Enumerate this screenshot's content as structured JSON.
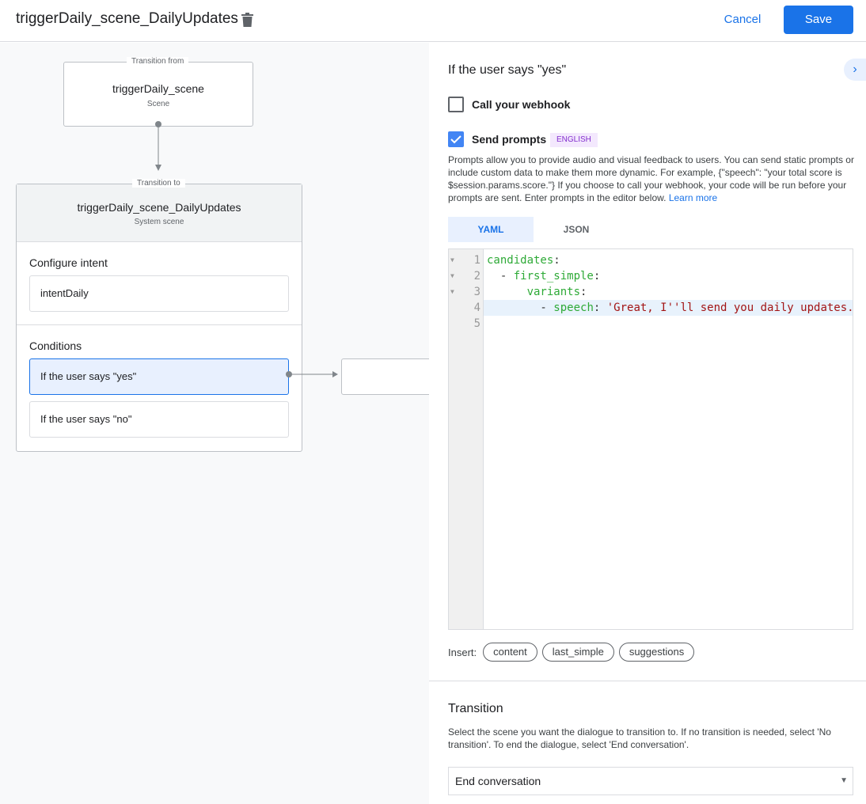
{
  "header": {
    "title": "triggerDaily_scene_DailyUpdates",
    "cancel": "Cancel",
    "save": "Save"
  },
  "canvas": {
    "from": {
      "label": "Transition from",
      "name": "triggerDaily_scene",
      "type": "Scene"
    },
    "to": {
      "label": "Transition to",
      "name": "triggerDaily_scene_DailyUpdates",
      "type": "System scene"
    },
    "intent_heading": "Configure intent",
    "intent": "intentDaily",
    "conditions_heading": "Conditions",
    "conditions": [
      "If the user says \"yes\"",
      "If the user says \"no\""
    ]
  },
  "panel": {
    "title": "If the user says \"yes\"",
    "webhook": {
      "label": "Call your webhook",
      "checked": false
    },
    "prompts": {
      "label": "Send prompts",
      "checked": true,
      "badge": "ENGLISH"
    },
    "description": "Prompts allow you to provide audio and visual feedback to users. You can send static prompts or include custom data to make them more dynamic. For example, {\"speech\": \"your total score is $session.params.score.\"} If you choose to call your webhook, your code will be run before your prompts are sent. Enter prompts in the editor below.",
    "learn_more": "Learn more",
    "tabs": [
      "YAML",
      "JSON"
    ],
    "active_tab": "YAML",
    "code_lines": [
      "1",
      "2",
      "3",
      "4",
      "5"
    ],
    "code": {
      "l1k": "candidates",
      "l2k": "first_simple",
      "l3k": "variants",
      "l4k": "speech",
      "l4s": "'Great, I''ll send you daily updates."
    },
    "insert_label": "Insert:",
    "insert_chips": [
      "content",
      "last_simple",
      "suggestions"
    ],
    "transition": {
      "heading": "Transition",
      "description": "Select the scene you want the dialogue to transition to. If no transition is needed, select 'No transition'. To end the dialogue, select 'End conversation'.",
      "selected": "End conversation"
    }
  },
  "colors": {
    "accent": "#1a73e8",
    "badge_bg": "#f3e8fd",
    "badge_fg": "#8430ce"
  }
}
